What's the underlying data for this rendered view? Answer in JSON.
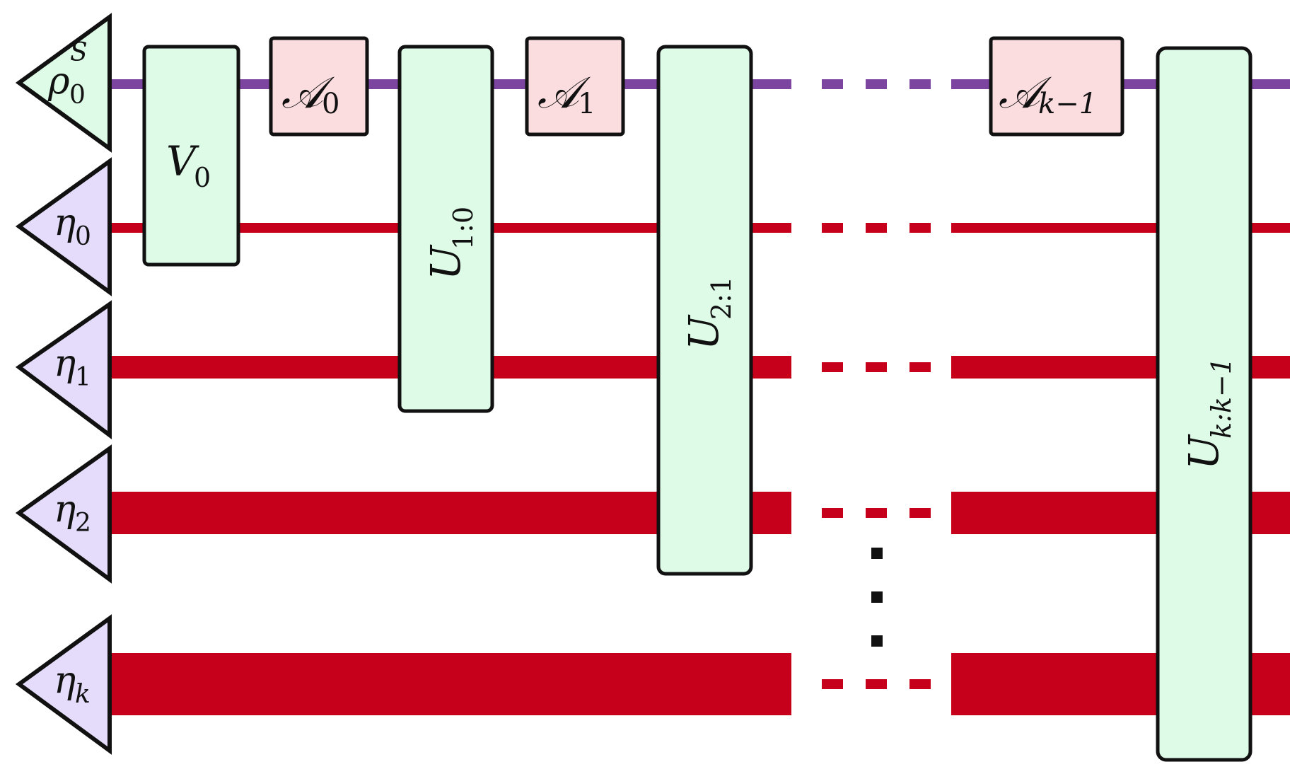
{
  "colors": {
    "system_wire": "#7b45a0",
    "env_wire": "#c6001a",
    "green_fill": "#ddfbe6",
    "red_fill": "#fbdde0",
    "lavender_fill": "#e4dcfa",
    "outline": "#111111"
  },
  "inputs": {
    "system_state": {
      "symbol": "ρ",
      "sub": "0",
      "sup": "S"
    },
    "environments": [
      {
        "symbol": "η",
        "sub": "0"
      },
      {
        "symbol": "η",
        "sub": "1"
      },
      {
        "symbol": "η",
        "sub": "2"
      },
      {
        "symbol": "η",
        "sub": "k"
      }
    ]
  },
  "operations": {
    "v0": {
      "symbol": "V",
      "sub": "0"
    },
    "u10": {
      "symbol": "U",
      "sub": "1:0"
    },
    "u21": {
      "symbol": "U",
      "sub": "2:1"
    },
    "ukk1": {
      "symbol": "U",
      "sub": "k:k−1"
    }
  },
  "instruments": [
    {
      "symbol": "𝒜",
      "sub": "0"
    },
    {
      "symbol": "𝒜",
      "sub": "1"
    },
    {
      "symbol": "𝒜",
      "sub": "k−1"
    }
  ],
  "ellipsis": "⋮"
}
